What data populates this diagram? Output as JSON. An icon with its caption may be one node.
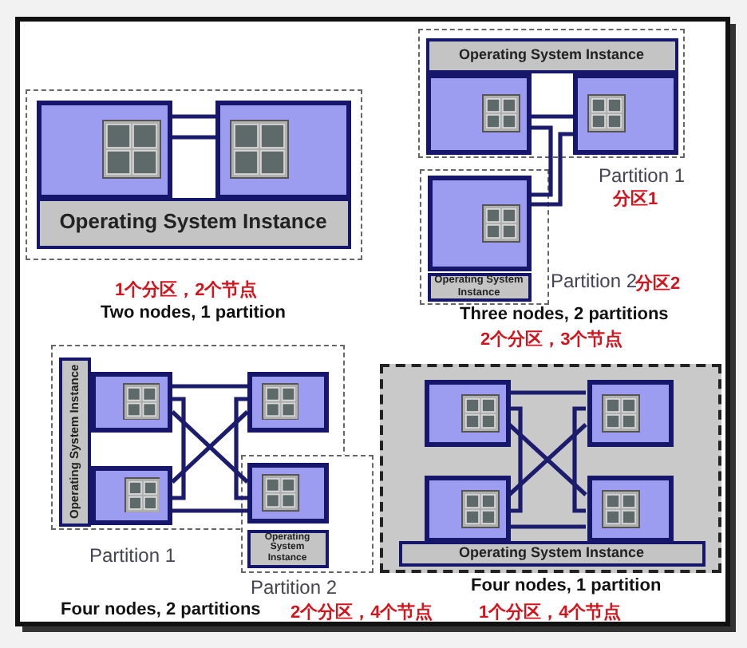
{
  "diagram": {
    "nodes": [
      {
        "text": [],
        "shape": "box"
      },
      {
        "text": [],
        "shape": "box",
        "in": 0
      },
      {
        "text": [],
        "shape": "box",
        "in": 0
      },
      {
        "text": [
          "Operating System Instance"
        ],
        "in": 0
      },
      {
        "text": [],
        "shape": "box",
        "beside": [
          "Partition 1",
          "分区1"
        ]
      },
      {
        "text": [
          "Operating System Instance"
        ],
        "in": 4
      },
      {
        "text": [],
        "shape": "box",
        "in": 4
      },
      {
        "text": [],
        "shape": "box",
        "in": 4
      },
      {
        "text": [],
        "shape": "box",
        "beside": [
          "Partition 2",
          "分区2"
        ]
      },
      {
        "text": [],
        "shape": "box",
        "in": 8
      },
      {
        "text": [
          "Operating System Instance"
        ],
        "in": 8
      },
      {
        "text": [],
        "shape": "box",
        "beside": [
          "Partition 1"
        ]
      },
      {
        "text": [
          "Operating System Instance"
        ],
        "in": 11
      },
      {
        "text": [],
        "shape": "box",
        "in": 11
      },
      {
        "text": [],
        "shape": "box",
        "in": 11
      },
      {
        "text": [],
        "shape": "box",
        "in": 11
      },
      {
        "text": [],
        "shape": "box",
        "beside": [
          "Partition 2"
        ]
      },
      {
        "text": [],
        "shape": "box"
      },
      {
        "text": [
          "Operating System Instance"
        ],
        "in": 16
      },
      {
        "text": [],
        "shape": "box"
      },
      {
        "text": [],
        "shape": "box",
        "in": 19
      },
      {
        "text": [],
        "shape": "box",
        "in": 19
      },
      {
        "text": [],
        "shape": "box",
        "in": 19
      },
      {
        "text": [],
        "shape": "box",
        "in": 19
      },
      {
        "text": [
          "Operating System Instance"
        ],
        "in": 19
      }
    ],
    "edges": [
      {
        "from": 1,
        "to": 2,
        "arrow": "none"
      },
      {
        "from": 1,
        "to": 2,
        "arrow": "none"
      },
      {
        "from": 6,
        "to": 7,
        "arrow": "none"
      },
      {
        "from": 6,
        "to": 9,
        "arrow": "none"
      },
      {
        "from": 7,
        "to": 9,
        "arrow": "none"
      },
      {
        "from": 13,
        "to": 15,
        "arrow": "none"
      },
      {
        "from": 14,
        "to": 17,
        "arrow": "none"
      },
      {
        "from": 13,
        "to": 17,
        "arrow": "none"
      },
      {
        "from": 14,
        "to": 15,
        "arrow": "none"
      },
      {
        "from": 13,
        "to": 14,
        "arrow": "none"
      },
      {
        "from": 15,
        "to": 17,
        "arrow": "none"
      },
      {
        "from": 20,
        "to": 21,
        "arrow": "none"
      },
      {
        "from": 22,
        "to": 23,
        "arrow": "none"
      },
      {
        "from": 20,
        "to": 23,
        "arrow": "none"
      },
      {
        "from": 22,
        "to": 21,
        "arrow": "none"
      },
      {
        "from": 20,
        "to": 22,
        "arrow": "none"
      },
      {
        "from": 21,
        "to": 23,
        "arrow": "none"
      }
    ],
    "labels": [
      "1个分区，2个节点",
      "Two nodes, 1 partition",
      "Three nodes, 2 partitions",
      "2个分区，3个节点",
      "Four nodes, 2 partitions",
      "2个分区，4个节点",
      "Four nodes, 1 partition",
      "1个分区，4个节点"
    ]
  }
}
